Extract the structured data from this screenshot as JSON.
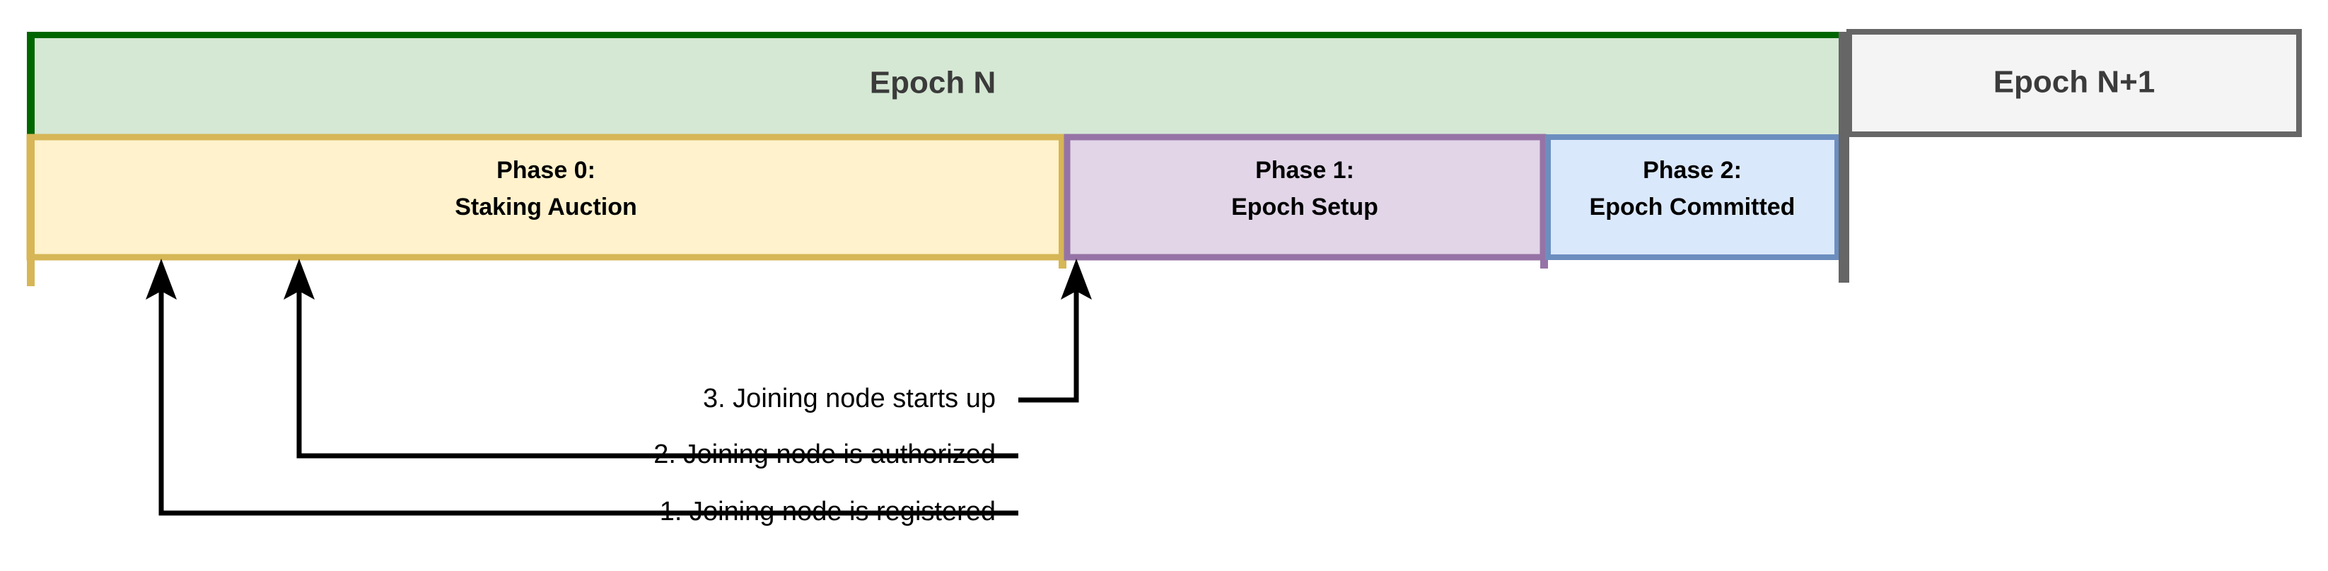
{
  "diagram": {
    "title_epoch_current": "Epoch N",
    "title_epoch_next": "Epoch N+1",
    "colors": {
      "epoch_current_fill": "#d5e8d4",
      "epoch_current_accent": "#006600",
      "epoch_next_fill": "#f4f4f4",
      "epoch_next_border": "#666666",
      "phase0_fill": "#fff2cc",
      "phase0_border": "#d6b656",
      "phase1_fill": "#e1d5e7",
      "phase1_border": "#9673a6",
      "phase2_fill": "#dae8fc",
      "phase2_border": "#6c8ebf",
      "divider": "#666666",
      "connector": "#000000",
      "text": "#000000"
    },
    "phases": [
      {
        "id": "phase-0",
        "line1": "Phase 0:",
        "line2": "Staking Auction"
      },
      {
        "id": "phase-1",
        "line1": "Phase 1:",
        "line2": "Epoch Setup"
      },
      {
        "id": "phase-2",
        "line1": "Phase 2:",
        "line2": "Epoch Committed"
      }
    ],
    "events": [
      {
        "id": "event-1",
        "label": "1. Joining node is registered"
      },
      {
        "id": "event-2",
        "label": "2. Joining node is authorized"
      },
      {
        "id": "event-3",
        "label": "3. Joining node starts up"
      }
    ]
  }
}
